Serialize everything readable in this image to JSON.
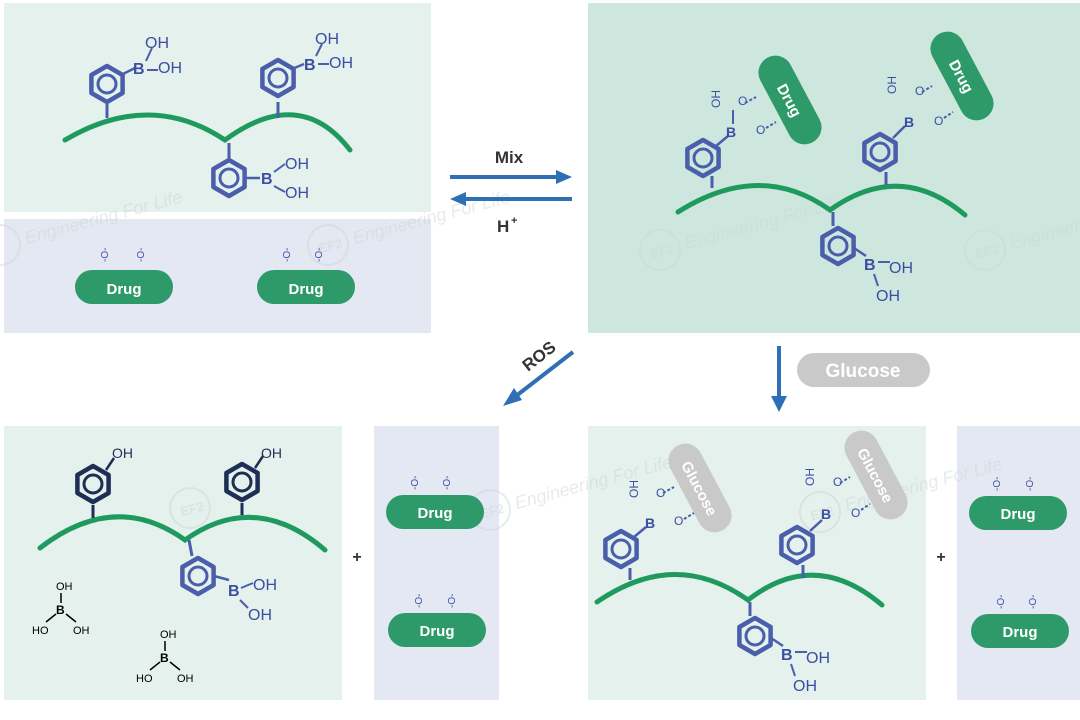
{
  "labels": {
    "mix": "Mix",
    "h_plus": "H",
    "h_plus_sup": "+",
    "ros": "ROS",
    "glucose_badge": "Glucose",
    "plus": "+"
  },
  "chem": {
    "oh": "OH",
    "ho": "HO",
    "b": "B",
    "o": "O",
    "h_o_dash": "-O-",
    "drug": "Drug",
    "glucose": "Glucose"
  },
  "watermark": {
    "logo": "EF2",
    "text": "Engineering For Life"
  },
  "colors": {
    "polymer": "#1f9a5e",
    "benzene": "#4a5eab",
    "benzene_dark": "#1e2f55",
    "drug_pill": "#2e9a6a",
    "glucose_pill": "#c9c9c9",
    "arrow": "#2f6fb5",
    "chem_text": "#3a4ea3"
  }
}
